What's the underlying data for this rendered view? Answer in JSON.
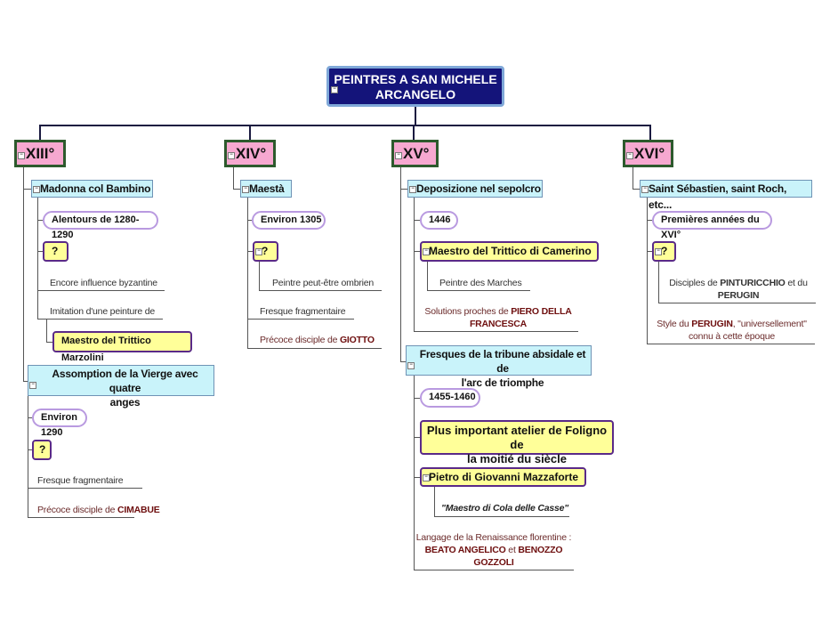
{
  "root": {
    "line1": "PEINTRES A SAN MICHELE",
    "line2": "ARCANGELO"
  },
  "centuries": [
    {
      "label": "XIII°",
      "works": [
        {
          "title": "Madonna col Bambino",
          "date": "Alentours de 1280-1290",
          "painter": "?",
          "notes": [
            "Encore influence byzantine",
            "Imitation d'une peinture de"
          ],
          "sub": "Maestro del Trittico Marzolini"
        },
        {
          "title_l1": "Assomption de la Vierge avec quatre",
          "title_l2": "anges",
          "date": "Environ 1290",
          "painter": "?",
          "notes": [
            "Fresque fragmentaire"
          ],
          "disciple_pre": "Précoce disciple de ",
          "disciple_name": "CIMABUE"
        }
      ]
    },
    {
      "label": "XIV°",
      "works": [
        {
          "title": "Maestà",
          "date": "Environ 1305",
          "painter": "?",
          "painter_note": "Peintre peut-être ombrien",
          "notes": [
            "Fresque fragmentaire"
          ],
          "disciple_pre": "Précoce disciple de ",
          "disciple_name": "GIOTTO"
        }
      ]
    },
    {
      "label": "XV°",
      "works": [
        {
          "title": "Deposizione nel sepolcro",
          "date": "1446",
          "painter": "Maestro del Trittico di Camerino",
          "painter_note": "Peintre des Marches",
          "sol_pre": "Solutions proches de ",
          "sol_name1": "PIERO DELLA",
          "sol_name2": "FRANCESCA"
        },
        {
          "title_l1": "Fresques de la tribune absidale et de",
          "title_l2": "l'arc de triomphe",
          "date": "1455-1460",
          "atelier_l1": "Plus important atelier de Foligno de",
          "atelier_l2": "la moitié du siècle",
          "painter": "Pietro di Giovanni Mazzaforte",
          "alias": "\"Maestro di Cola delle Casse\"",
          "lang_l1": "Langage de la Renaissance florentine :",
          "lang_n1": "BEATO ANGELICO",
          "lang_et": " et ",
          "lang_n2": "BENOZZO",
          "lang_n3": "GOZZOLI"
        }
      ]
    },
    {
      "label": "XVI°",
      "works": [
        {
          "title": "Saint Sébastien, saint Roch, etc...",
          "date": "Premières années du XVI°",
          "painter": "?",
          "disc_pre": "Disciples de ",
          "disc_n1": "PINTURICCHIO",
          "disc_mid": " et du",
          "disc_n2": "PERUGIN",
          "style_pre": "Style du ",
          "style_name": "PERUGIN",
          "style_post": ", \"universellement\"",
          "style_l2": "connu à cette époque"
        }
      ]
    }
  ],
  "colors": {
    "root": "#14147a",
    "century": "#f6a8d0",
    "topic": "#c9f3fa",
    "painter": "#ffff99",
    "oval": "#b99ae0"
  }
}
